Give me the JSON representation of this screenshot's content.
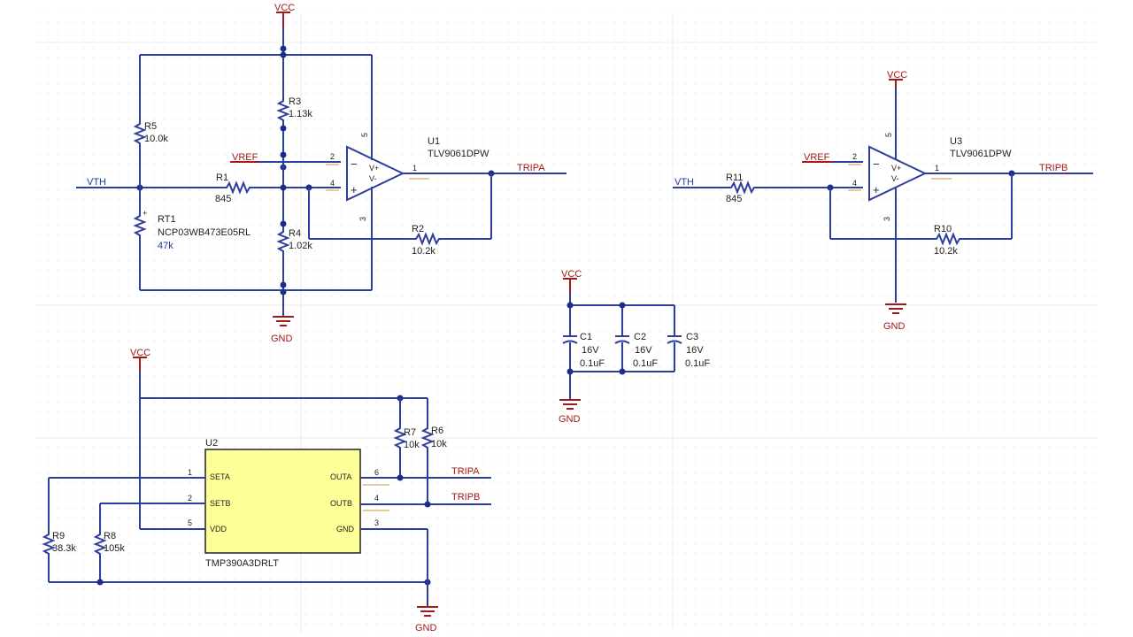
{
  "nets": {
    "vcc": "VCC",
    "gnd": "GND",
    "vth": "VTH",
    "vref": "VREF",
    "tripa": "TRIPA",
    "tripb": "TRIPB"
  },
  "components": {
    "r1": {
      "ref": "R1",
      "value": "845"
    },
    "r2": {
      "ref": "R2",
      "value": "10.2k"
    },
    "r3": {
      "ref": "R3",
      "value": "1.13k"
    },
    "r4": {
      "ref": "R4",
      "value": "1.02k"
    },
    "r5": {
      "ref": "R5",
      "value": "10.0k"
    },
    "r6": {
      "ref": "R6",
      "value": "10k"
    },
    "r7": {
      "ref": "R7",
      "value": "10k"
    },
    "r8": {
      "ref": "R8",
      "value": "105k"
    },
    "r9": {
      "ref": "R9",
      "value": "38.3k"
    },
    "r10": {
      "ref": "R10",
      "value": "10.2k"
    },
    "r11": {
      "ref": "R11",
      "value": "845"
    },
    "rt1": {
      "ref": "RT1",
      "part": "NCP03WB473E05RL",
      "value": "47k"
    },
    "c1": {
      "ref": "C1",
      "voltage": "16V",
      "value": "0.1uF"
    },
    "c2": {
      "ref": "C2",
      "voltage": "16V",
      "value": "0.1uF"
    },
    "c3": {
      "ref": "C3",
      "voltage": "16V",
      "value": "0.1uF"
    },
    "u1": {
      "ref": "U1",
      "part": "TLV9061DPW",
      "pin_in_pos": "V+",
      "pin_in_neg": "V-",
      "pin_out": "1",
      "pin_2": "2",
      "pin_4": "4",
      "pin_5": "5",
      "pin_3": "3"
    },
    "u3": {
      "ref": "U3",
      "part": "TLV9061DPW",
      "pin_in_pos": "V+",
      "pin_in_neg": "V-",
      "pin_out": "1",
      "pin_2": "2",
      "pin_4": "4",
      "pin_5": "5",
      "pin_3": "3"
    },
    "u2": {
      "ref": "U2",
      "part": "TMP390A3DRLT",
      "pins": {
        "seta": "SETA",
        "setb": "SETB",
        "vdd": "VDD",
        "outa": "OUTA",
        "outb": "OUTB",
        "gnd": "GND",
        "p1": "1",
        "p2": "2",
        "p5": "5",
        "p6": "6",
        "p4": "4",
        "p3": "3"
      }
    }
  }
}
